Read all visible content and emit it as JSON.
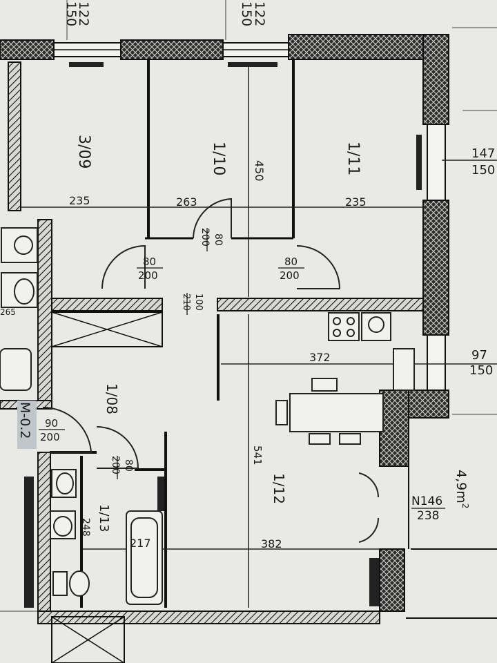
{
  "plan": {
    "top_dims": [
      {
        "upper": "122",
        "lower": "150"
      },
      {
        "upper": "122",
        "lower": "150"
      }
    ],
    "right_dims": [
      {
        "upper": "147",
        "lower": "150"
      },
      {
        "upper": "97",
        "lower": "150"
      }
    ],
    "rooms": [
      {
        "id": "3/09"
      },
      {
        "id": "1/10"
      },
      {
        "id": "1/11"
      },
      {
        "id": "1/08"
      },
      {
        "id": "1/12"
      },
      {
        "id": "1/13"
      }
    ],
    "dimensions": [
      "235",
      "263",
      "235",
      "450",
      "372",
      "541",
      "382",
      "217",
      "248"
    ],
    "doors": [
      {
        "upper": "80",
        "lower": "200"
      },
      {
        "upper": "80",
        "lower": "200"
      },
      {
        "upper": "80",
        "lower": "200"
      },
      {
        "upper": "100",
        "lower": "210"
      },
      {
        "upper": "90",
        "lower": "200"
      },
      {
        "upper": "80",
        "lower": "200"
      }
    ],
    "balcony": {
      "label": "N146",
      "sub": "238",
      "area": "4,9m",
      "area_sup": "2"
    },
    "tag": "M-0.2",
    "left_partial": "265"
  }
}
